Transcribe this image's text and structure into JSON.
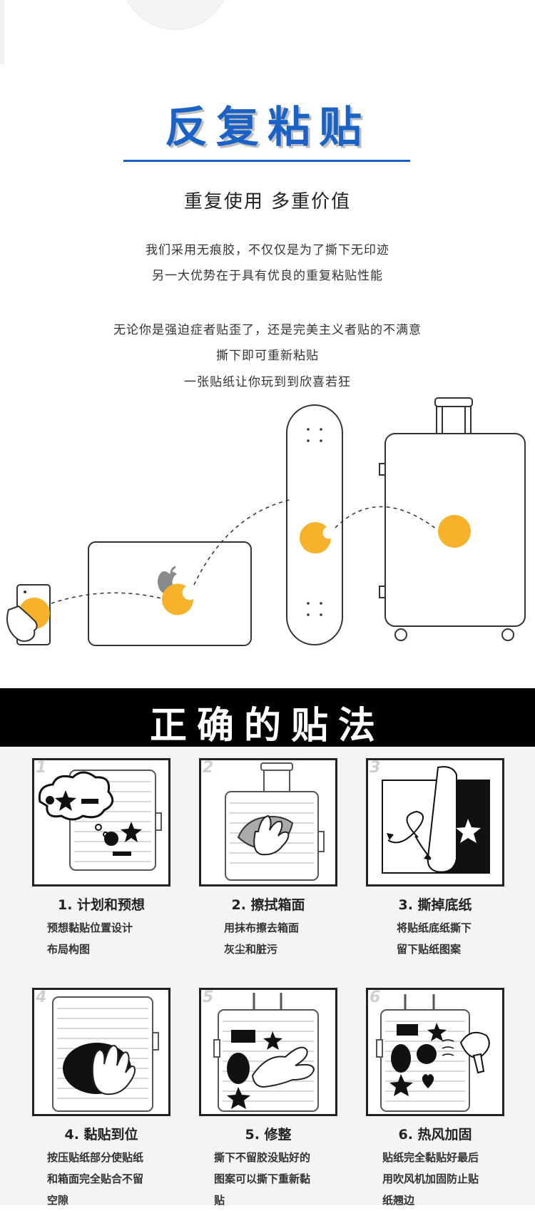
{
  "section1": {
    "title": "反复粘贴",
    "subtitle": "重复使用  多重价值",
    "paragraph1": [
      "我们采用无痕胶，不仅仅是为了撕下无印迹",
      "另一大优势在于具有优良的重复粘贴性能"
    ],
    "paragraph2": [
      "无论你是强迫症者贴歪了，还是完美主义者贴的不满意",
      "撕下即可重新粘贴",
      "一张贴纸让你玩到到欣喜若狂"
    ]
  },
  "section2": {
    "title": "正确的贴法",
    "steps": [
      {
        "num": "1",
        "title": "1. 计划和预想",
        "desc": [
          "预想黏贴位置设计",
          "布局构图"
        ]
      },
      {
        "num": "2",
        "title": "2. 擦拭箱面",
        "desc": [
          "用抹布擦去箱面",
          "灰尘和脏污"
        ]
      },
      {
        "num": "3",
        "title": "3. 撕掉底纸",
        "desc": [
          "将贴纸底纸撕下",
          "留下贴纸图案"
        ]
      },
      {
        "num": "4",
        "title": "4. 黏贴到位",
        "desc": [
          "按压贴纸部分使贴纸",
          "和箱面完全贴合不留",
          "空隙"
        ]
      },
      {
        "num": "5",
        "title": "5. 修整",
        "desc": [
          "撕下不留胶没贴好的",
          "图案可以撕下重新黏",
          "贴"
        ]
      },
      {
        "num": "6",
        "title": "6. 热风加固",
        "desc": [
          "贴纸完全黏贴好最后",
          "用吹风机加固防止贴",
          "纸翘边"
        ]
      }
    ]
  },
  "colors": {
    "accent": "#1b62c6",
    "sticker": "#f7b12a",
    "banner": "#000000"
  }
}
